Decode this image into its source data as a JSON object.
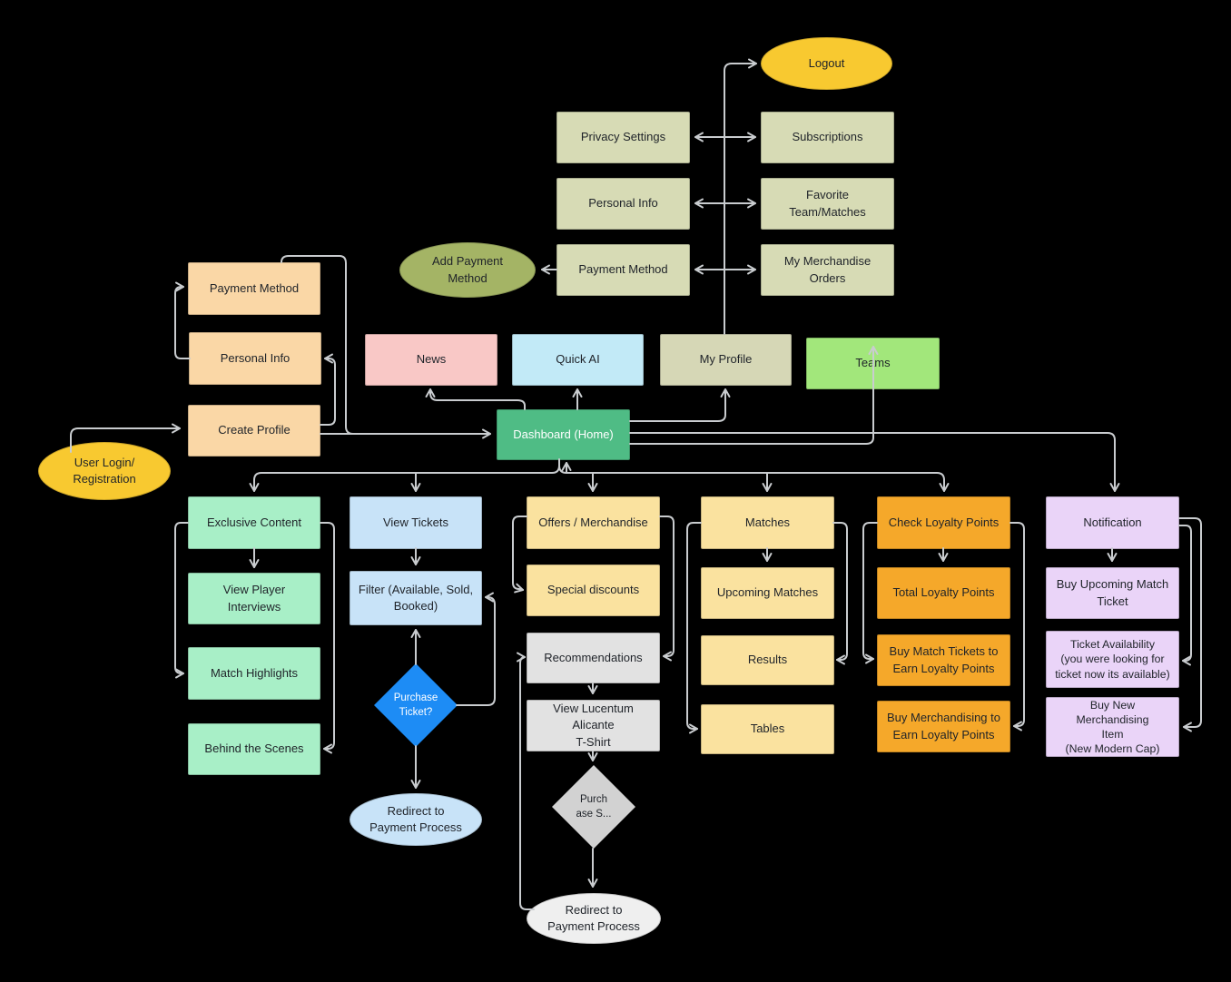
{
  "colors": {
    "background": "#000000",
    "connector": "#C9CCCF",
    "yellow_ellipse": "#F8C930",
    "olive_ellipse": "#A4B465",
    "settings_box": "#D7DBB5",
    "peach_box": "#FAD7A6",
    "pink_box": "#F9C8C6",
    "cyan_box": "#C2EAF7",
    "tan_box": "#D6D7B6",
    "teams_green": "#A2E77B",
    "dashboard_green": "#4FBC85",
    "mint_box": "#A8EFC7",
    "blue_box": "#C8E3F8",
    "blue_diamond": "#1D8CF5",
    "yellow_box": "#FAE29F",
    "gray_box": "#E2E2E2",
    "gray_diamond": "#D2D2D2",
    "gray_ellipse": "#EFEFEF",
    "orange_box": "#F5A82A",
    "lavender_box": "#EAD4F8"
  },
  "nodes": {
    "logout": "Logout",
    "privacy_settings": "Privacy Settings",
    "subscriptions": "Subscriptions",
    "personal_info_settings": "Personal Info",
    "favorite_team_matches": "Favorite Team/Matches",
    "payment_method_settings": "Payment Method",
    "my_merchandise_orders": "My Merchandise Orders",
    "add_payment_method": "Add Payment\nMethod",
    "payment_method": "Payment Method",
    "personal_info": "Personal Info",
    "create_profile": "Create Profile",
    "user_login": "User Login/\nRegistration",
    "news": "News",
    "quick_ai": "Quick AI",
    "my_profile": "My Profile",
    "teams": "Teams",
    "dashboard": "Dashboard (Home)",
    "exclusive_content": "Exclusive Content",
    "view_player_interviews": "View Player Interviews",
    "match_highlights": "Match Highlights",
    "behind_the_scenes": "Behind the Scenes",
    "view_tickets": "View Tickets",
    "filter_tickets": "Filter (Available, Sold,\nBooked)",
    "purchase_ticket": "Purchase\nTicket?",
    "redirect_payment_tickets": "Redirect to\nPayment Process",
    "offers_merchandise": "Offers / Merchandise",
    "special_discounts": "Special discounts",
    "recommendations": "Recommendations",
    "view_tshirt": "View Lucentum Alicante\nT-Shirt",
    "purchase_s": "Purch\nase S...",
    "redirect_payment_merch": "Redirect to\nPayment Process",
    "matches": "Matches",
    "upcoming_matches": "Upcoming Matches",
    "results": "Results",
    "tables": "Tables",
    "check_loyalty_points": "Check Loyalty Points",
    "total_loyalty_points": "Total Loyalty Points",
    "buy_match_tickets": "Buy Match Tickets to\nEarn Loyalty Points",
    "buy_merchandising": "Buy Merchandising to\nEarn Loyalty Points",
    "notification": "Notification",
    "buy_upcoming_match_ticket": "Buy Upcoming Match\nTicket",
    "ticket_availability": "Ticket Availability\n(you were looking for\nticket now its available)",
    "buy_new_merchandising": "Buy New Merchandising\nItem\n(New Modern Cap)"
  }
}
